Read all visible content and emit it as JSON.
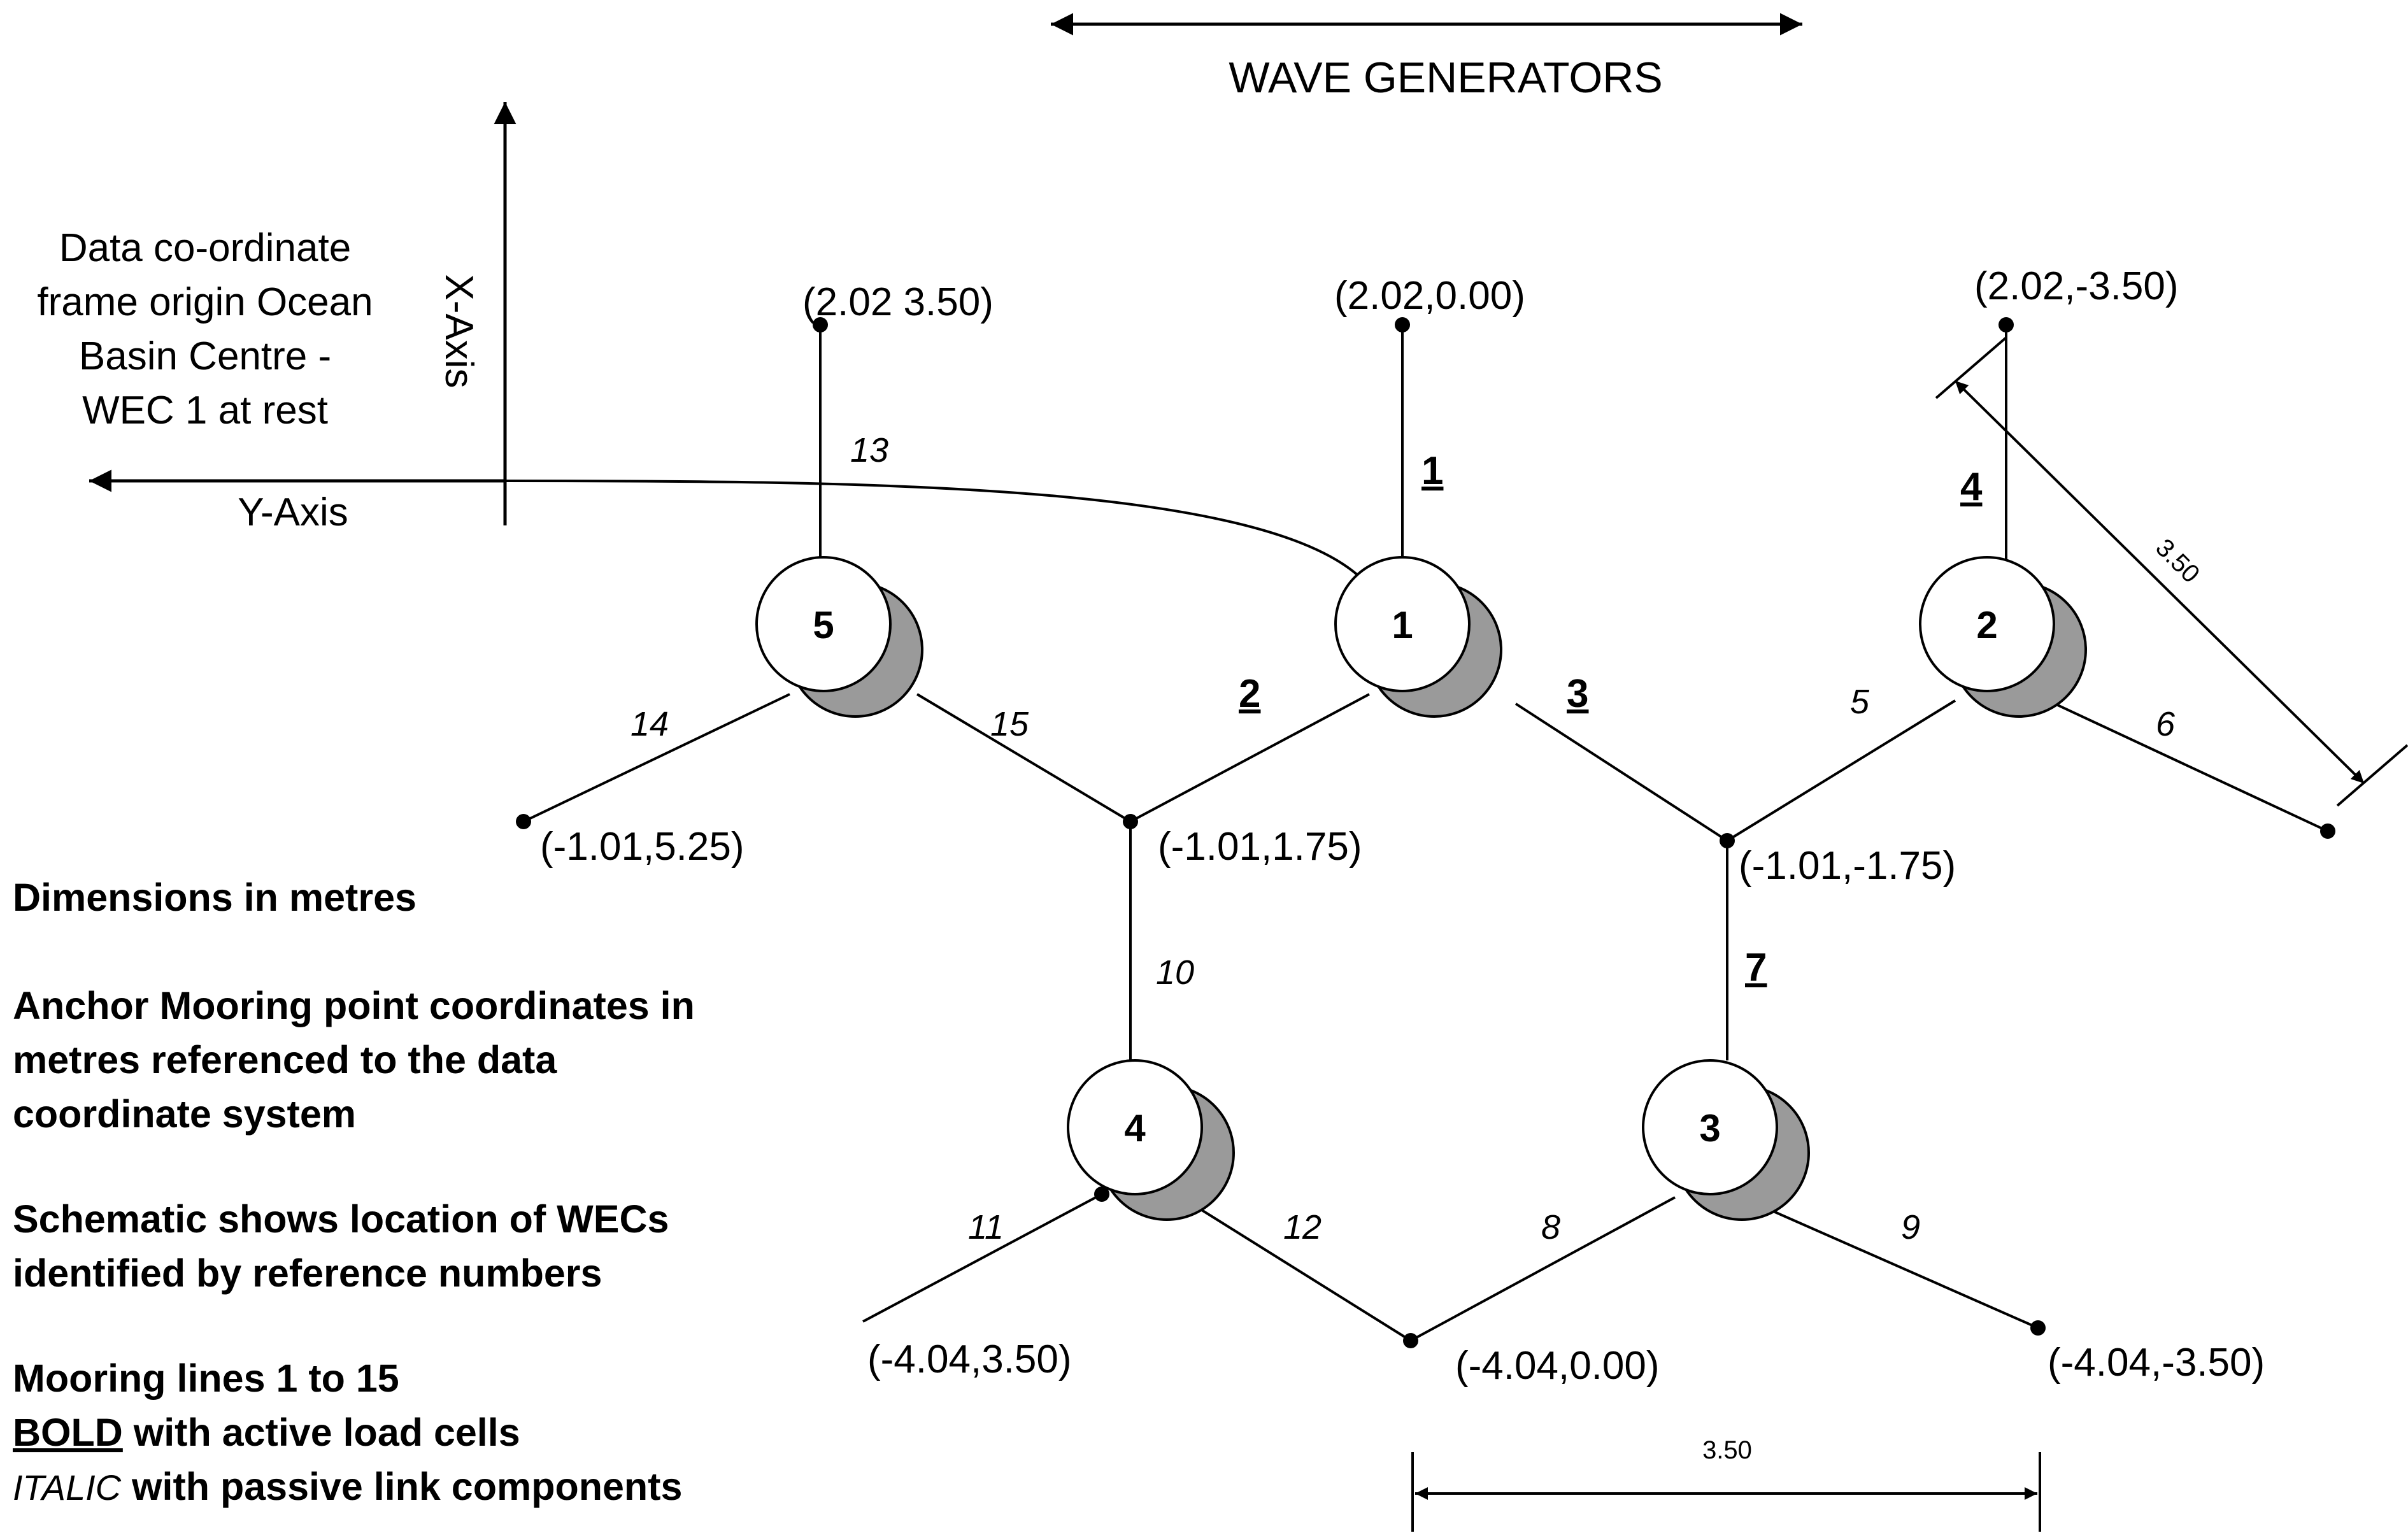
{
  "header": {
    "title": "WAVE GENERATORS"
  },
  "axes": {
    "x_label": "X-Axis",
    "y_label": "Y-Axis"
  },
  "origin_note": [
    "Data co-ordinate",
    "frame origin Ocean",
    "Basin Centre -",
    "WEC 1 at rest"
  ],
  "wecs": {
    "w1": "1",
    "w2": "2",
    "w3": "3",
    "w4": "4",
    "w5": "5"
  },
  "anchors": {
    "a1": "(2.02 3.50)",
    "a2": "(2.02,0.00)",
    "a3": "(2.02,-3.50)",
    "a4": "(-1.01,5.25)",
    "a5": "(-1.01,1.75)",
    "a6": "(-1.01,-1.75)",
    "a7": "(-4.04,3.50)",
    "a8": "(-4.04,0.00)",
    "a9": "(-4.04,-3.50)"
  },
  "mooring_lines": {
    "l1": "1",
    "l2": "2",
    "l3": "3",
    "l4": "4",
    "l5": "5",
    "l6": "6",
    "l7": "7",
    "l8": "8",
    "l9": "9",
    "l10": "10",
    "l11": "11",
    "l12": "12",
    "l13": "13",
    "l14": "14",
    "l15": "15"
  },
  "dimensions": {
    "horizontal": "3.50",
    "diagonal": "3.50"
  },
  "notes": {
    "units": "Dimensions in metres",
    "anchor": [
      "Anchor Mooring point coordinates in",
      "metres referenced to the data",
      "coordinate system"
    ],
    "schematic": [
      "Schematic shows location of WECs",
      "identified by reference numbers"
    ],
    "lines": "Mooring lines 1 to 15",
    "bold_word": "BOLD",
    "bold_rest": " with active load cells",
    "italic_word": "ITALIC",
    "italic_rest": " with passive link components"
  }
}
